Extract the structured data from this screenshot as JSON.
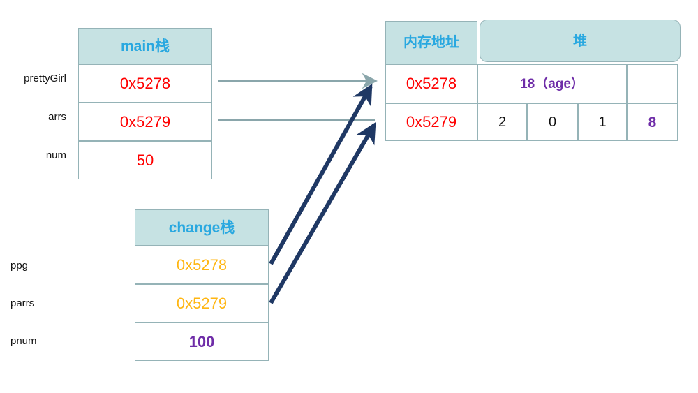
{
  "diagram": {
    "title_unrendered": "",
    "colors": {
      "header_fill": "#c6e2e3",
      "header_text": "#29a8e0",
      "border": "#95b3b7",
      "address_value": "#ff0000",
      "pointer_value": "#ffb612",
      "highlight_value": "#6f2da8",
      "plain_value": "#111111",
      "gray_arrow": "#8aa6ab",
      "navy_arrow": "#1f3864"
    }
  },
  "main_stack": {
    "header": "main栈",
    "rows": [
      {
        "label": "prettyGirl",
        "value": "0x5278",
        "value_style": "address"
      },
      {
        "label": "arrs",
        "value": "0x5279",
        "value_style": "address"
      },
      {
        "label": "num",
        "value": "50",
        "value_style": "address"
      }
    ]
  },
  "change_stack": {
    "header": "change栈",
    "rows": [
      {
        "label": "ppg",
        "value": "0x5278",
        "value_style": "pointer"
      },
      {
        "label": "parrs",
        "value": "0x5279",
        "value_style": "pointer"
      },
      {
        "label": "pnum",
        "value": "100",
        "value_style": "highlight"
      }
    ]
  },
  "heap_table": {
    "headers": {
      "address": "内存地址",
      "heap": "堆"
    },
    "rows": [
      {
        "address": "0x5278",
        "cells": [
          {
            "text": "18（age）",
            "style": "highlight"
          },
          {
            "text": "",
            "style": "plain"
          }
        ]
      },
      {
        "address": "0x5279",
        "cells": [
          {
            "text": "2",
            "style": "plain"
          },
          {
            "text": "0",
            "style": "plain"
          },
          {
            "text": "1",
            "style": "plain"
          },
          {
            "text": "8",
            "style": "highlight"
          }
        ]
      }
    ]
  },
  "arrows": [
    {
      "name": "main-prettyGirl-to-heap-0x5278",
      "color": "gray",
      "from": "main.prettyGirl",
      "to": "heap.0x5278"
    },
    {
      "name": "main-arrs-to-heap-0x5279",
      "color": "gray",
      "from": "main.arrs",
      "to": "heap.0x5279"
    },
    {
      "name": "change-ppg-to-heap-0x5278",
      "color": "navy",
      "from": "change.ppg",
      "to": "heap.0x5278"
    },
    {
      "name": "change-parrs-to-heap-0x5279",
      "color": "navy",
      "from": "change.parrs",
      "to": "heap.0x5279"
    }
  ]
}
